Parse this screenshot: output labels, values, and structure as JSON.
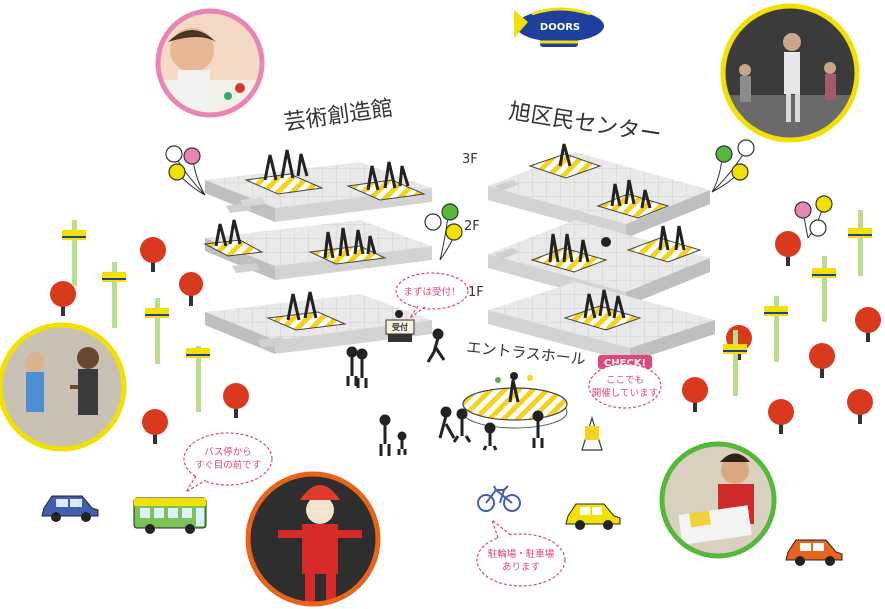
{
  "buildings": {
    "left": {
      "name": "芸術創造館"
    },
    "right": {
      "name": "旭区民センター"
    }
  },
  "floors": {
    "f3": "3F",
    "f2": "2F",
    "f1": "1F"
  },
  "entrance_hall": {
    "name": "エントラスホール"
  },
  "blimp": {
    "label": "DOORS"
  },
  "reception": {
    "sign": "受付"
  },
  "bubbles": {
    "reception": "まずは受付！",
    "check_tag": "CHECK!",
    "check_line1": "ここでも",
    "check_line2": "開催しています",
    "bus_line1": "バス停から",
    "bus_line2": "すぐ目の前です",
    "parking_line1": "駐輪場・駐車場",
    "parking_line2": "あります"
  },
  "colors": {
    "platform_top": "#e9e9e9",
    "platform_side": "#c8c8c8",
    "stage_stripe": "#f5d21d",
    "tree": "#d93a1e",
    "bubble_border": "#e0457b",
    "photo_pink": "#e985b5",
    "photo_yellow": "#f2e100",
    "photo_orange": "#e8641a",
    "photo_green": "#55b83a",
    "lamp": "#b9dd8c"
  }
}
